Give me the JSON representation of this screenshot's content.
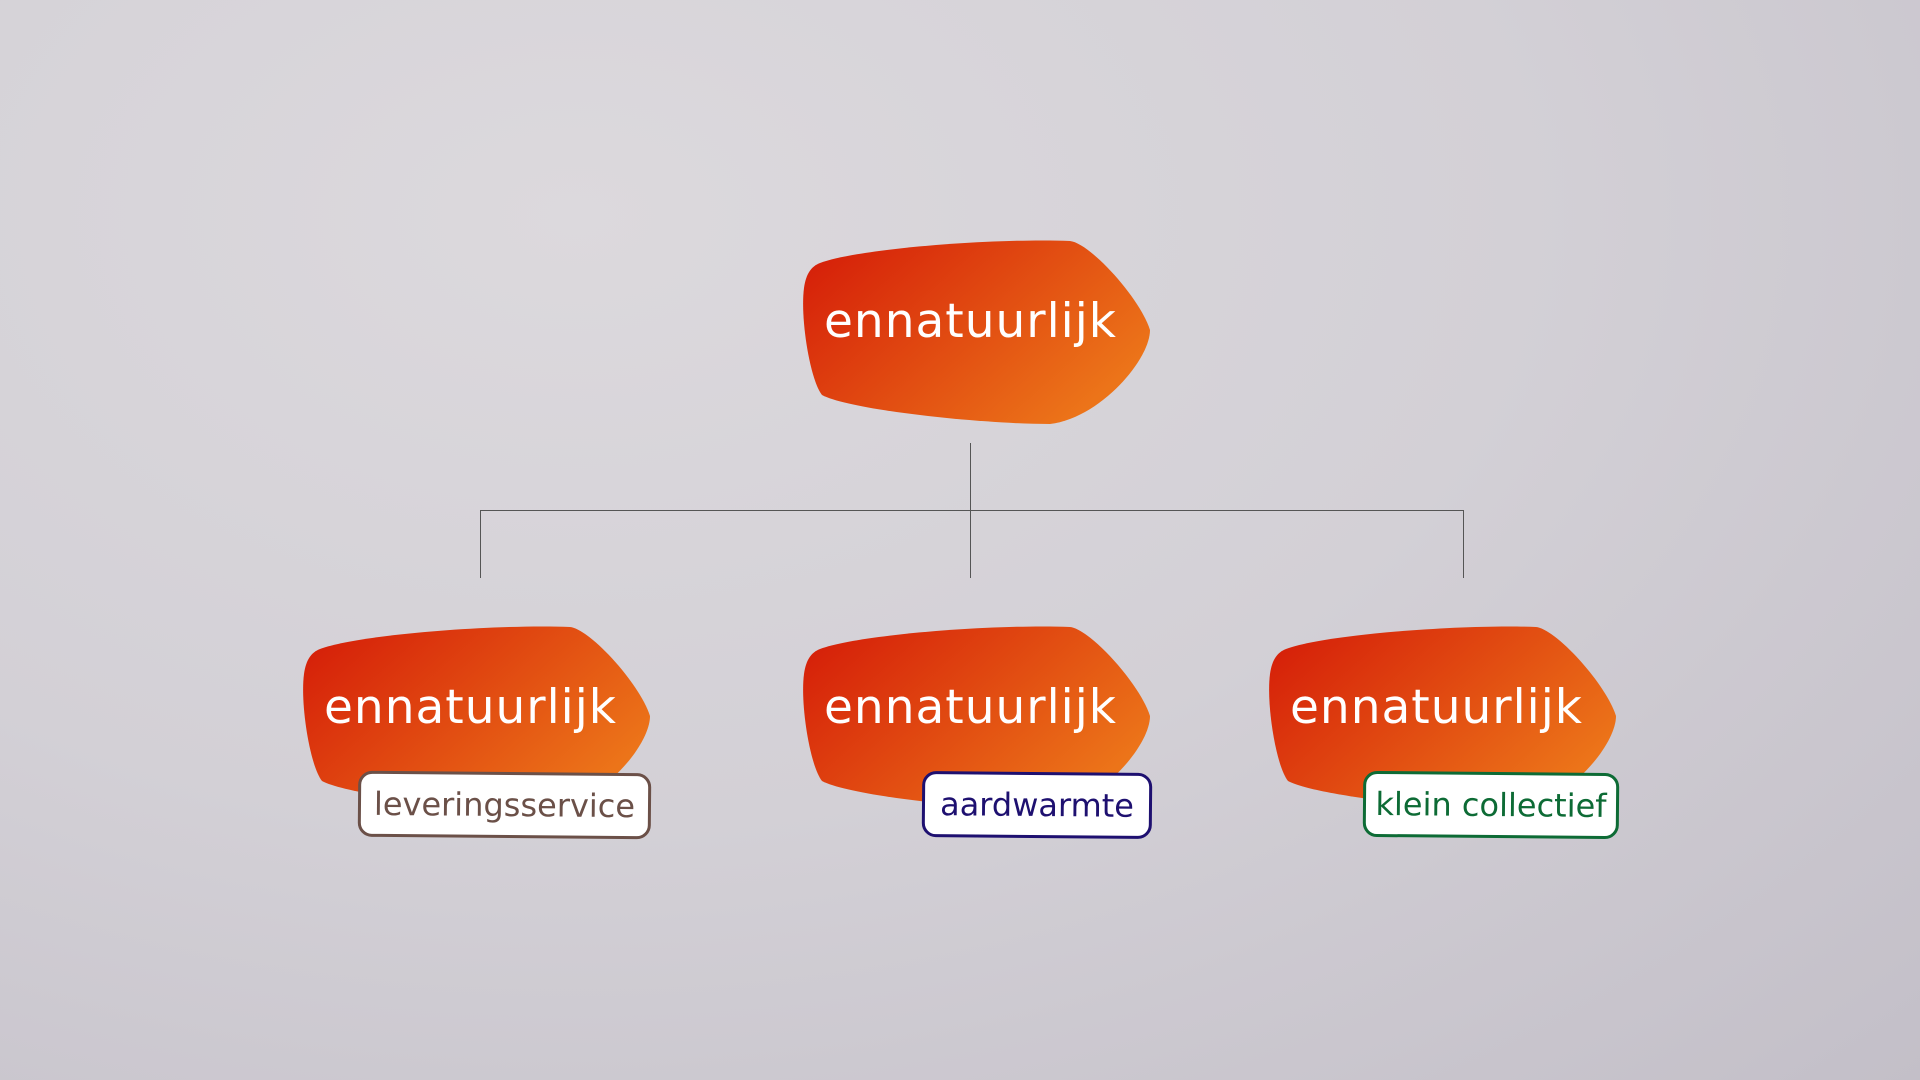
{
  "root": {
    "label": "ennatuurlijk"
  },
  "children": [
    {
      "label": "ennatuurlijk",
      "tag": "leveringsservice",
      "tag_color": "#6b5048"
    },
    {
      "label": "ennatuurlijk",
      "tag": "aardwarmte",
      "tag_color": "#1e1070"
    },
    {
      "label": "ennatuurlijk",
      "tag": "klein collectief",
      "tag_color": "#0d6b35"
    }
  ],
  "colors": {
    "blob_start": "#d41a08",
    "blob_end": "#ea7018"
  }
}
